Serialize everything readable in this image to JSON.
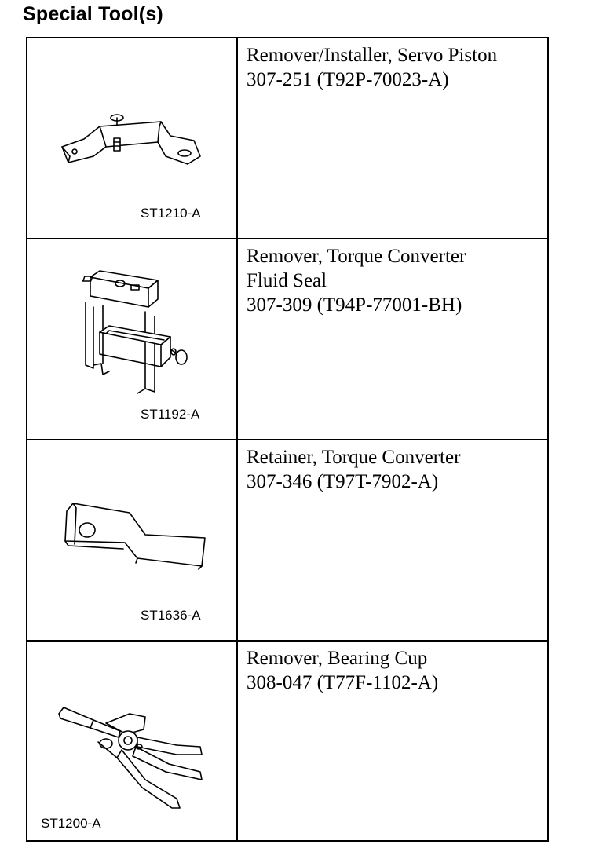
{
  "page": {
    "title": "Special Tool(s)"
  },
  "tools": [
    {
      "image_code": "ST1210-A",
      "icon": "servo-piston-remover-icon",
      "lines": [
        "Remover/Installer, Servo Piston",
        "307-251 (T92P-70023-A)"
      ]
    },
    {
      "image_code": "ST1192-A",
      "icon": "torque-converter-seal-remover-icon",
      "lines": [
        "Remover, Torque Converter",
        "Fluid Seal",
        "307-309 (T94P-77001-BH)"
      ]
    },
    {
      "image_code": "ST1636-A",
      "icon": "torque-converter-retainer-icon",
      "lines": [
        "Retainer, Torque Converter",
        "307-346 (T97T-7902-A)"
      ]
    },
    {
      "image_code": "ST1200-A",
      "icon": "bearing-cup-remover-icon",
      "lines": [
        "Remover, Bearing Cup",
        "308-047 (T77F-1102-A)"
      ]
    }
  ]
}
